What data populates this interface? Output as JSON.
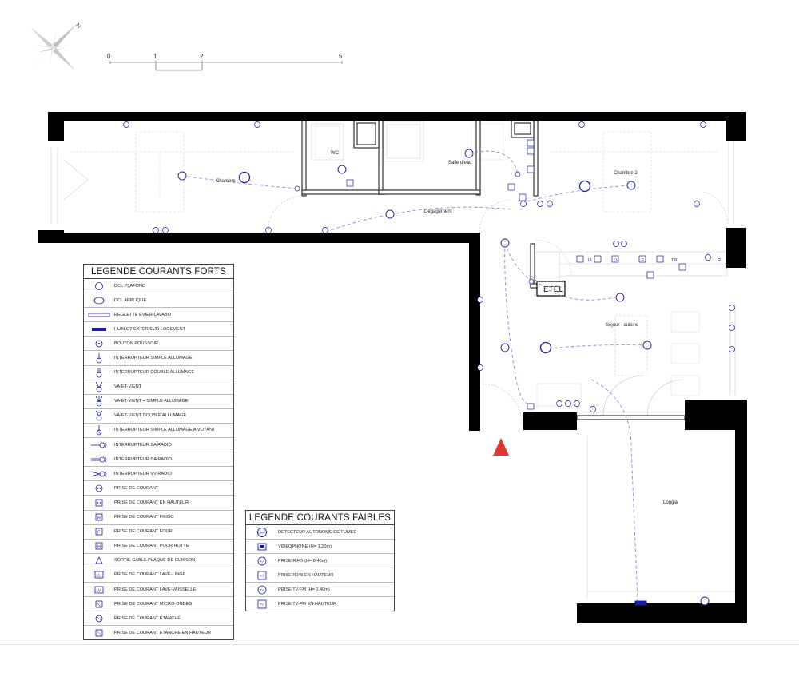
{
  "compass": {
    "north_label": "N",
    "icon": "compass-rose-icon"
  },
  "scale_bar": {
    "ticks": [
      "0",
      "1",
      "2",
      "5"
    ]
  },
  "rooms": {
    "chambre": "Chambre",
    "wc": "WC",
    "salle_deau": "Salle d'eau",
    "chambre2": "Chambre 2",
    "degagement": "Dégagement",
    "sejour": "Séjour - cuisine",
    "loggia": "Loggia",
    "etel": "ETEL"
  },
  "symbol_labels": {
    "dcl": "DCL",
    "daaf": "DAAF",
    "lv": "LV",
    "ll": "LL",
    "f": "F",
    "tr": "TR",
    "r": "R",
    "tv": "TV",
    "rj": "RJ"
  },
  "legend_forts": {
    "title": "LEGENDE COURANTS FORTS",
    "items": [
      {
        "icon": "dcl-plafond-icon",
        "label": "DCL PLAFOND"
      },
      {
        "icon": "dcl-applique-icon",
        "label": "DCL APPLIQUE"
      },
      {
        "icon": "reglette-icon",
        "label": "REGLETTE EVIER LAVABO"
      },
      {
        "icon": "hublot-icon",
        "label": "HUBLOT EXTERIEUR LOGEMENT"
      },
      {
        "icon": "bouton-poussoir-icon",
        "label": "BOUTON POUSSOIR"
      },
      {
        "icon": "interrupteur-simple-icon",
        "label": "INTERRUPTEUR SIMPLE ALLUMAGE"
      },
      {
        "icon": "interrupteur-double-icon",
        "label": "INTERRUPTEUR DOUBLE ALLUMAGE"
      },
      {
        "icon": "va-et-vient-icon",
        "label": "VA-ET-VIENT"
      },
      {
        "icon": "va-et-vient-simple-icon",
        "label": "VA-ET-VIENT + SIMPLE ALLUMAGE"
      },
      {
        "icon": "va-et-vient-double-icon",
        "label": "VA-ET-VIENT DOUBLE ALLUMAGE"
      },
      {
        "icon": "interrupteur-voyant-icon",
        "label": "INTERRUPTEUR SIMPLE ALLUMAGE A VOYANT"
      },
      {
        "icon": "interrupteur-sa-radio-icon",
        "label": "INTERRUPTEUR SA RADIO"
      },
      {
        "icon": "interrupteur-da-radio-icon",
        "label": "INTERRUPTEUR DA RADIO"
      },
      {
        "icon": "interrupteur-vv-radio-icon",
        "label": "INTERRUPTEUR VV RADIO"
      },
      {
        "icon": "prise-courant-icon",
        "label": "PRISE DE COURANT"
      },
      {
        "icon": "prise-hauteur-icon",
        "label": "PRISE DE COURANT EN HAUTEUR"
      },
      {
        "icon": "prise-frigo-icon",
        "label": "PRISE DE COURANT FRIGO",
        "code": "R"
      },
      {
        "icon": "prise-four-icon",
        "label": "PRISE DE COURANT FOUR",
        "code": "F"
      },
      {
        "icon": "prise-hotte-icon",
        "label": "PRISE DE COURANT POUR HOTTE",
        "code": "H"
      },
      {
        "icon": "sortie-cable-icon",
        "label": "SORTIE CABLE PLAQUE DE CUISSON"
      },
      {
        "icon": "prise-lave-linge-icon",
        "label": "PRISE DE COURANT LAVE-LINGE",
        "code": "LL"
      },
      {
        "icon": "prise-lave-vaisselle-icon",
        "label": "PRISE DE COURANT LAVE-VAISSELLE",
        "code": "LV"
      },
      {
        "icon": "prise-micro-ondes-icon",
        "label": "PRISE DE COURANT MICRO-ONDES"
      },
      {
        "icon": "prise-etanche-icon",
        "label": "PRISE DE COURANT ETANCHE"
      },
      {
        "icon": "prise-etanche-hauteur-icon",
        "label": "PRISE DE COURANT ETANCHE EN HAUTEUR"
      }
    ]
  },
  "legend_faibles": {
    "title": "LEGENDE COURANTS FAIBLES",
    "items": [
      {
        "icon": "daaf-icon",
        "label": "DETECTEUR AUTONOME DE FUMEE",
        "code": "DAAF"
      },
      {
        "icon": "videophone-icon",
        "label": "VIDEOPHONE (H= 1.20m)"
      },
      {
        "icon": "prise-rj45-icon",
        "label": "PRISE RJ45 (H= 0.40m)",
        "code": "RJ"
      },
      {
        "icon": "prise-rj45-hauteur-icon",
        "label": "PRISE RJ45 EN HAUTEUR",
        "code": "RJ"
      },
      {
        "icon": "prise-tv-icon",
        "label": "PRISE TV-FM (H= 0.40m)",
        "code": "TV"
      },
      {
        "icon": "prise-tv-hauteur-icon",
        "label": "PRISE TV-FM EN HAUTEUR",
        "code": "TV"
      }
    ]
  },
  "colors": {
    "wall": "#000000",
    "symbol": "#1a1aa8",
    "wire": "#8a8ad8",
    "entry": "#e3342f",
    "thin": "#9a9a9a"
  }
}
